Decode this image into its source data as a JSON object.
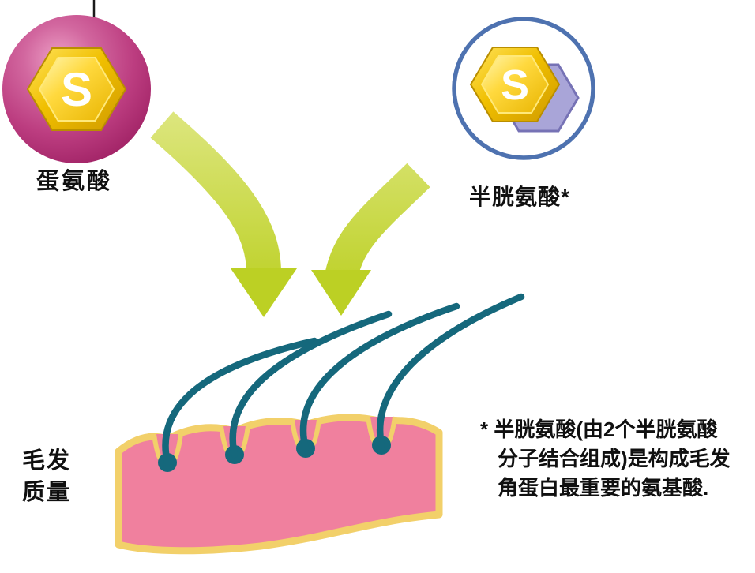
{
  "diagram": {
    "title_implicit": "hair amino acid diagram",
    "labels": {
      "s_symbol": "S",
      "methionine": "蛋氨酸",
      "cysteine": "半胱氨酸*",
      "hair_quality": [
        "毛发",
        "质量"
      ],
      "footnote": [
        "* 半胱氨酸(由2个半胱氨酸",
        "分子结合组成)是构成毛发",
        "角蛋白最重要的氨基酸."
      ]
    },
    "colors": {
      "sphere_pink": "#bc3d80",
      "hexagon_gold": "#f0bf00",
      "hexagon_gold_inner": "#ffd93e",
      "circle_blue_stroke": "#4e72b0",
      "hexagon_purple": "#a9a5d8",
      "arrow_green": "#b9ce1c",
      "skin_pink": "#f0809e",
      "skin_outline_cream": "#f2d06a",
      "hair_teal": "#15687c",
      "text_black": "#101010",
      "background": "#ffffff"
    }
  }
}
